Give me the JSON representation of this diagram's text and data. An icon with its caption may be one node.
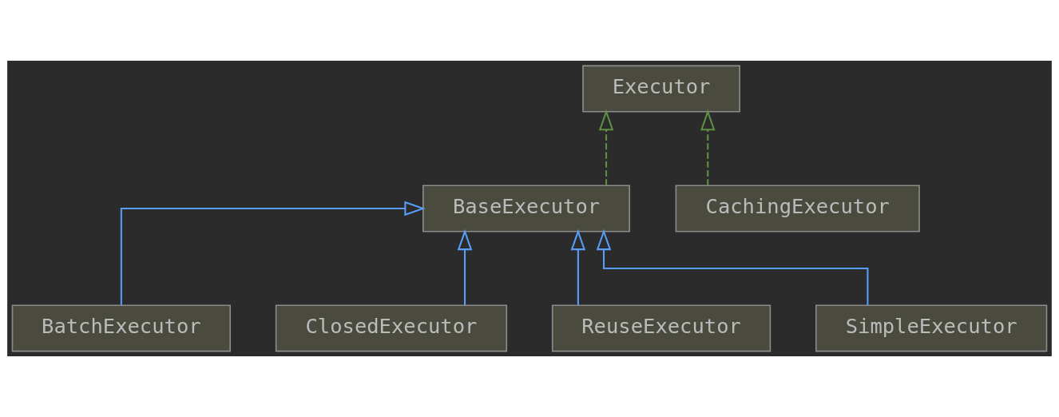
{
  "diagram": {
    "nodes": [
      {
        "text": [
          "Executor"
        ]
      },
      {
        "text": [
          "BaseExecutor"
        ]
      },
      {
        "text": [
          "CachingExecutor"
        ]
      },
      {
        "text": [
          "BatchExecutor"
        ]
      },
      {
        "text": [
          "ClosedExecutor"
        ]
      },
      {
        "text": [
          "ReuseExecutor"
        ]
      },
      {
        "text": [
          "SimpleExecutor"
        ]
      }
    ],
    "edges": [
      {
        "from": 1,
        "to": 0,
        "arrow": "to",
        "style": "dashed",
        "color": "#5f9144"
      },
      {
        "from": 2,
        "to": 0,
        "arrow": "to",
        "style": "dashed",
        "color": "#5f9144"
      },
      {
        "from": 3,
        "to": 1,
        "arrow": "to"
      },
      {
        "from": 4,
        "to": 1,
        "arrow": "to"
      },
      {
        "from": 5,
        "to": 1,
        "arrow": "to"
      },
      {
        "from": 6,
        "to": 1,
        "arrow": "to"
      }
    ]
  }
}
